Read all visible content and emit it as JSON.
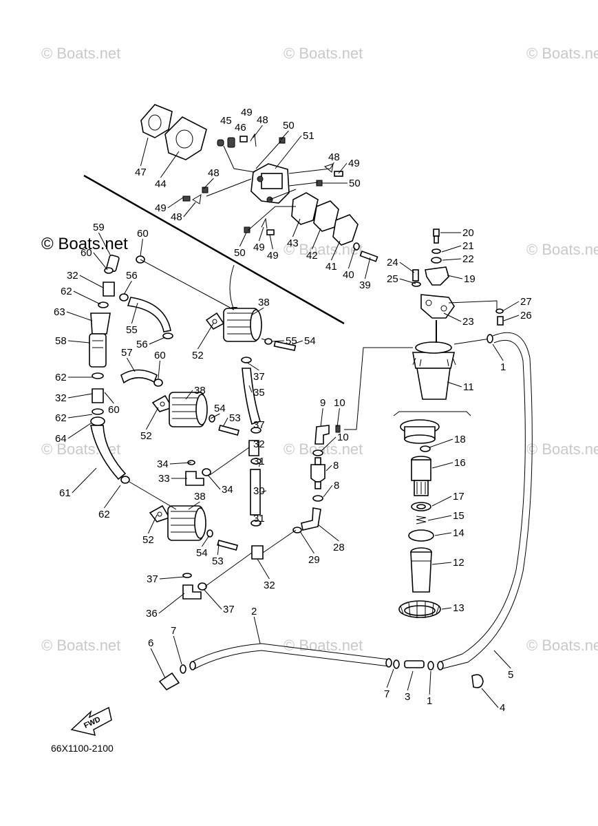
{
  "watermark_text": "© Boats.net",
  "diagram_code": "66X1100-2100",
  "fwd_label": "FWD",
  "part_numbers": [
    "1",
    "2",
    "3",
    "4",
    "5",
    "6",
    "7",
    "8",
    "9",
    "10",
    "11",
    "12",
    "13",
    "14",
    "15",
    "16",
    "17",
    "18",
    "19",
    "20",
    "21",
    "22",
    "23",
    "24",
    "25",
    "26",
    "27",
    "28",
    "29",
    "30",
    "31",
    "32",
    "33",
    "34",
    "35",
    "36",
    "37",
    "38",
    "39",
    "40",
    "41",
    "42",
    "43",
    "44",
    "45",
    "46",
    "47",
    "48",
    "49",
    "50",
    "51",
    "52",
    "53",
    "54",
    "55",
    "56",
    "57",
    "58",
    "59",
    "60",
    "61",
    "62",
    "63",
    "64"
  ]
}
